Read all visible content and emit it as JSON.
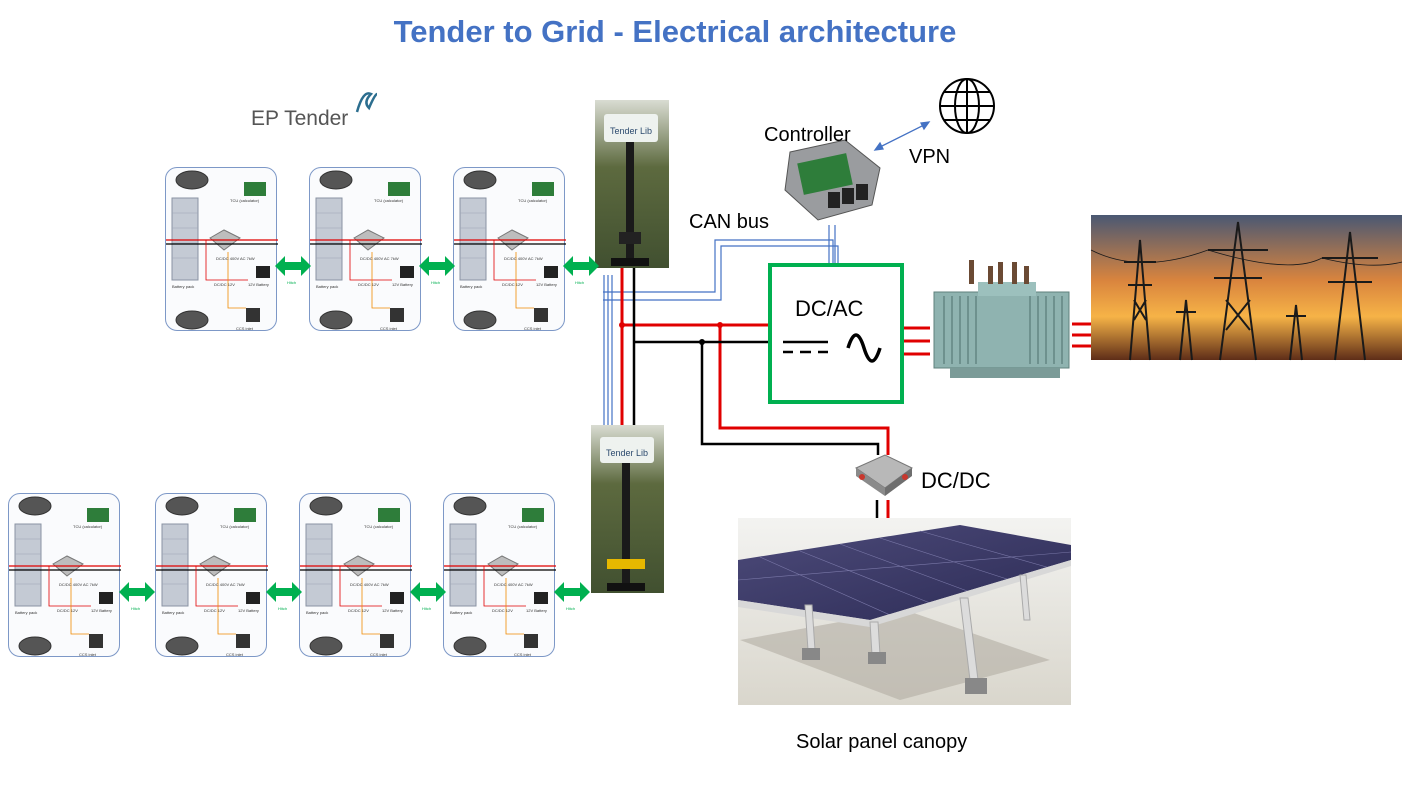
{
  "title": "Tender to Grid - Electrical architecture",
  "logo": {
    "text": "EP Tender"
  },
  "labels": {
    "controller": "Controller",
    "vpn": "VPN",
    "can_bus": "CAN bus",
    "dc_ac": "DC/AC",
    "dc_dc": "DC/DC",
    "solar": "Solar panel canopy",
    "tender_lib": "Tender Lib"
  },
  "tender_card": {
    "tcu": "TCU (calculator)",
    "dcdc_ac": "DC/DC 400V AC 7kW",
    "dcdc12": "DC/DC 12V",
    "battery12": "12V Battery",
    "battery_pack": "Battery pack",
    "ccs": "CCS inlet",
    "hitch": "Hitch"
  },
  "colors": {
    "title": "#4472c4",
    "dc_positive": "#e00000",
    "dc_negative": "#000000",
    "can_bus": "#4472c4",
    "inverter_frame": "#00b050",
    "hitch_arrow": "#00b050"
  }
}
